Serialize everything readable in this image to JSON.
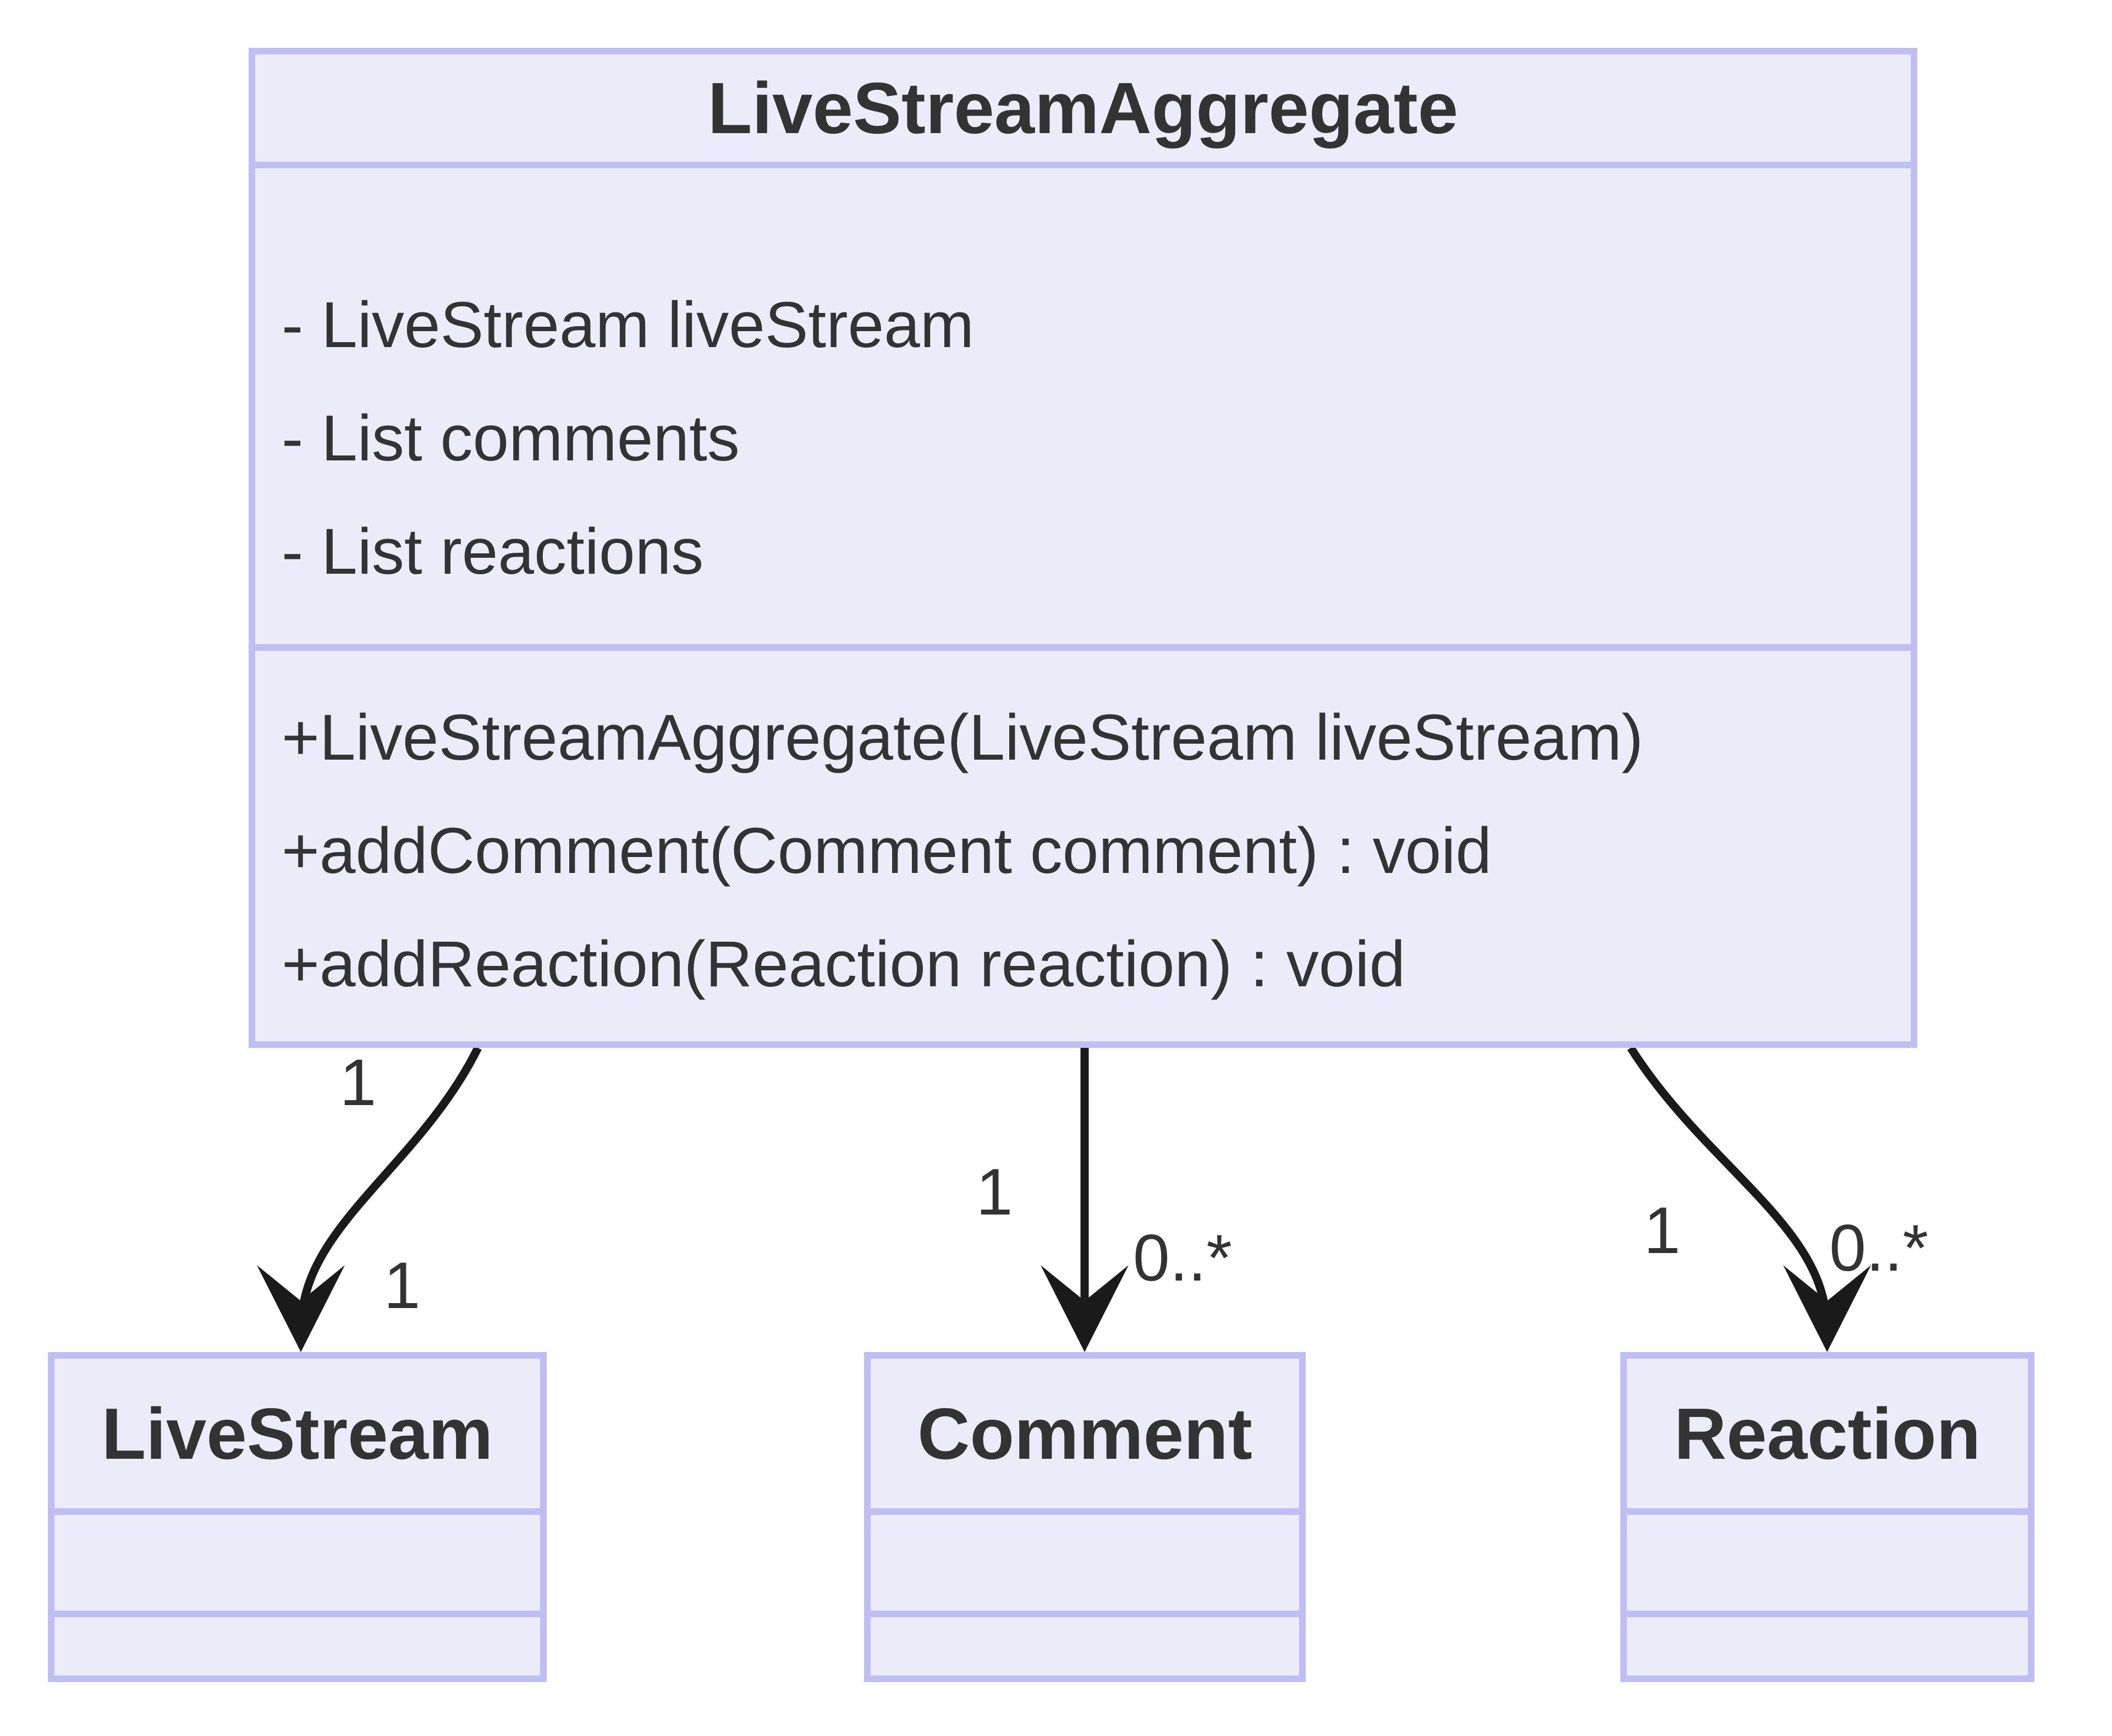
{
  "colors": {
    "node_fill": "#ebebfa",
    "node_border": "#bebdf4",
    "text": "#333333",
    "arrow": "#1a1a1a",
    "background": "#ffffff"
  },
  "classes": [
    {
      "name": "LiveStreamAggregate",
      "attributes": [
        "- LiveStream liveStream",
        "- List comments",
        "- List reactions"
      ],
      "methods": [
        "+LiveStreamAggregate(LiveStream liveStream)",
        "+addComment(Comment comment) : void",
        "+addReaction(Reaction reaction) : void"
      ]
    },
    {
      "name": "LiveStream",
      "attributes": [],
      "methods": []
    },
    {
      "name": "Comment",
      "attributes": [],
      "methods": []
    },
    {
      "name": "Reaction",
      "attributes": [],
      "methods": []
    }
  ],
  "relations": [
    {
      "from": "LiveStreamAggregate",
      "to": "LiveStream",
      "type": "association",
      "source_multiplicity": "1",
      "target_multiplicity": "1"
    },
    {
      "from": "LiveStreamAggregate",
      "to": "Comment",
      "type": "association",
      "source_multiplicity": "1",
      "target_multiplicity": "0..*"
    },
    {
      "from": "LiveStreamAggregate",
      "to": "Reaction",
      "type": "association",
      "source_multiplicity": "1",
      "target_multiplicity": "0..*"
    }
  ]
}
